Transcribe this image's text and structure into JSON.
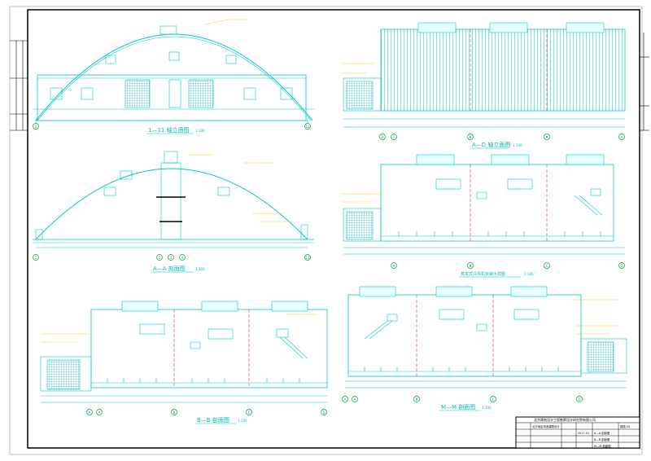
{
  "views": {
    "v1_title": "1—11 轴立面图",
    "v1_scale": "1:100",
    "v2_title": "A—D 轴立面图",
    "v2_scale": "1:100",
    "v3_title": "A—A 剖面图",
    "v3_scale": "1:100",
    "v4_title": "蒸发式冷风机安装大样图",
    "v4_scale": "1:100",
    "v5_title": "B—B 剖面图",
    "v5_scale": "1:100",
    "v6_title": "M—M 剖面图",
    "v6_scale": "1:100"
  },
  "axis_labels": {
    "v1": [
      "1",
      "11"
    ],
    "v2": [
      "D",
      "C",
      "B",
      "A",
      "A"
    ],
    "v3": [
      "1",
      "2",
      "3",
      "4",
      "11"
    ],
    "v4": [
      "A",
      "B",
      "C",
      "D"
    ],
    "v5": [
      "A",
      "A",
      "B",
      "C",
      "D"
    ],
    "v6": [
      "A",
      "A",
      "B",
      "C",
      "D"
    ]
  },
  "title_block": {
    "company": "北京建筑设计工程勘察设计研究院有限公司",
    "project": "北方地区鸡舍建筑设计",
    "drawing": "A—A 剖面图",
    "drawing2": "B—B 剖面图",
    "drawing3": "M—M 剖面图",
    "date": "2017-01",
    "sheet": "建施-05"
  }
}
